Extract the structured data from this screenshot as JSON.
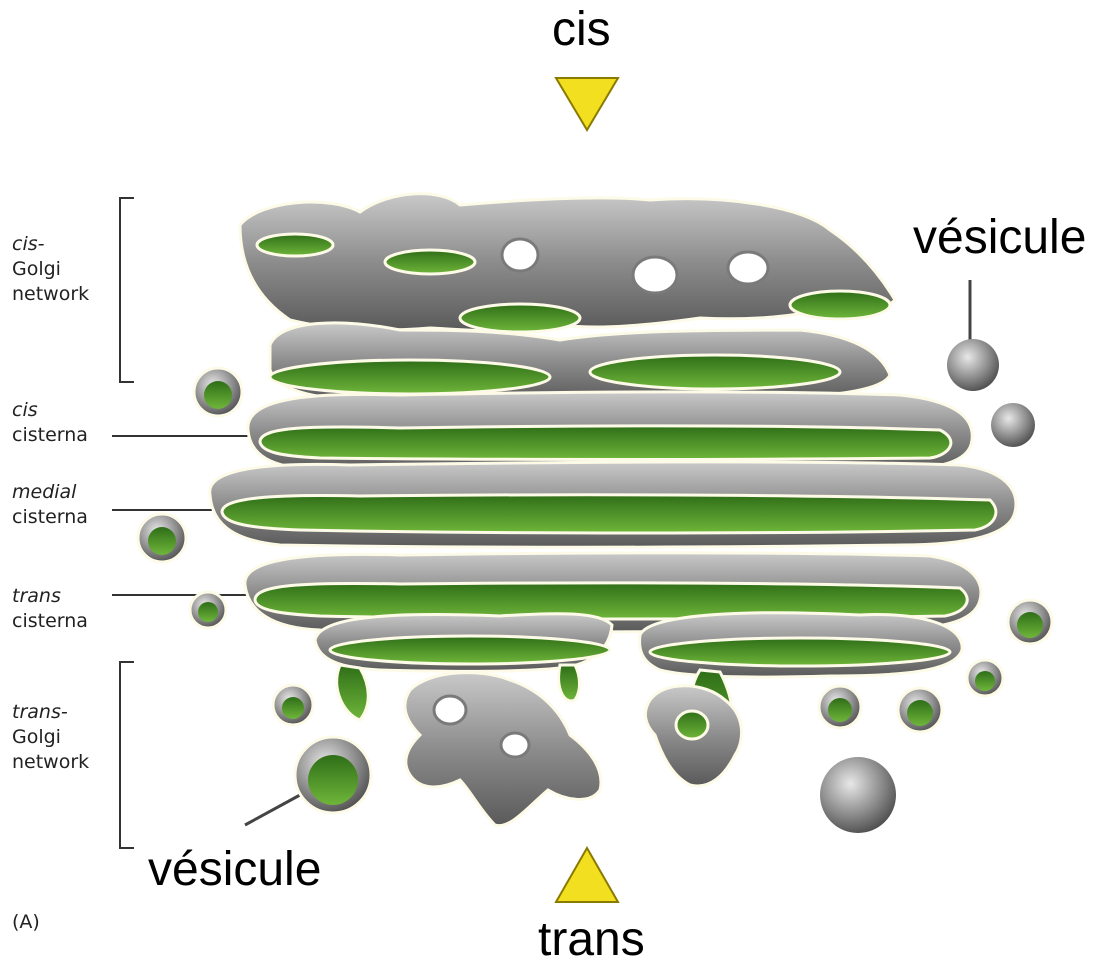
{
  "labels": {
    "cis_top": "cis",
    "trans_bottom": "trans",
    "vesicle_top": "vésicule",
    "vesicle_bottom": "vésicule",
    "panel_marker": "(A)"
  },
  "side_labels": {
    "cis_golgi": {
      "line1": "cis-",
      "line2": "Golgi",
      "line3": "network"
    },
    "cis_cisterna": {
      "line1": "cis",
      "line2": "cisterna"
    },
    "medial_cisterna": {
      "line1": "medial",
      "line2": "cisterna"
    },
    "trans_cisterna": {
      "line1": "trans",
      "line2": "cisterna"
    },
    "trans_golgi": {
      "line1": "trans-",
      "line2": "Golgi",
      "line3": "network"
    }
  },
  "colors": {
    "arrow_fill": "#f2e020",
    "membrane": "#8a8a8a",
    "lumen": "#4f9a2a"
  }
}
